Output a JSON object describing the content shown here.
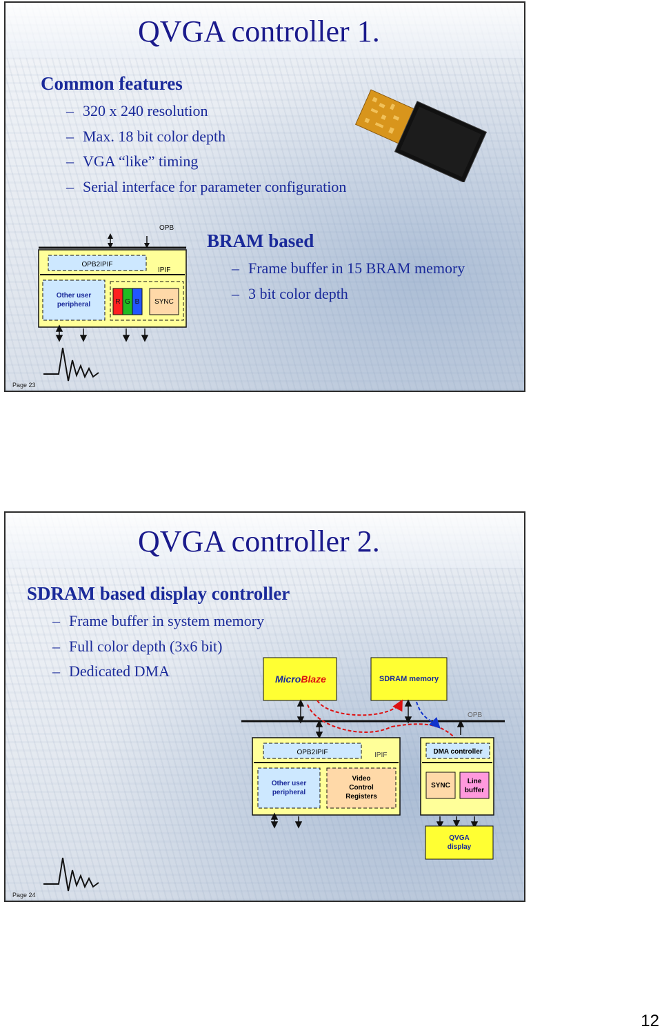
{
  "slide1": {
    "title": "QVGA controller 1.",
    "heading": "Common features",
    "bullets": [
      "320 x 240 resolution",
      "Max. 18 bit color depth",
      "VGA “like” timing",
      "Serial interface for parameter configuration"
    ],
    "heading2": "BRAM based",
    "bullets2": [
      "Frame buffer in 15 BRAM memory",
      "3 bit color depth"
    ],
    "diagram": {
      "opb": "OPB",
      "opb2ipif": "OPB2IPIF",
      "ipif": "IPIF",
      "other_user_peripheral": [
        "Other user",
        "peripheral"
      ],
      "rgb": [
        "R",
        "G",
        "B"
      ],
      "sync": "SYNC"
    },
    "page": "Page 23"
  },
  "slide2": {
    "title": "QVGA controller 2.",
    "heading": "SDRAM based display controller",
    "bullets": [
      "Frame buffer in system memory",
      "Full color depth (3x6 bit)",
      "Dedicated DMA"
    ],
    "diagram": {
      "microblaze": [
        "Micro",
        "Blaze"
      ],
      "sdram_memory": "SDRAM memory",
      "opb": "OPB",
      "opb2ipif": "OPB2IPIF",
      "ipif": "IPIF",
      "dma_controller": "DMA controller",
      "other_user_peripheral": [
        "Other user",
        "peripheral"
      ],
      "video_control_registers": [
        "Video",
        "Control",
        "Registers"
      ],
      "sync": "SYNC",
      "line_buffer": [
        "Line",
        "buffer"
      ],
      "qvga_display": [
        "QVGA",
        "display"
      ]
    },
    "page": "Page 24"
  },
  "sheet_number": "12"
}
